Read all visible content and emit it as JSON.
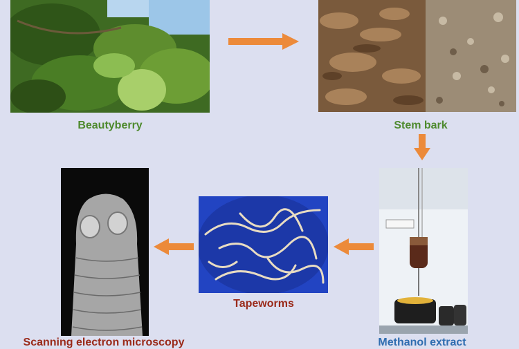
{
  "steps": [
    {
      "label": "Beautyberry",
      "color": "#4e8a2e"
    },
    {
      "label": "Stem bark",
      "color": "#4e8a2e"
    },
    {
      "label": "Methanol extract",
      "color": "#2f6db0"
    },
    {
      "label": "Tapeworms",
      "color": "#9a2a1a"
    },
    {
      "label": "Scanning electron microscopy",
      "color": "#9a2a1a"
    }
  ],
  "arrow_color": "#ec8a3a",
  "images": [
    {
      "name": "beautyberry-photo",
      "subject": "leafy beautyberry plant"
    },
    {
      "name": "stem-bark-photo",
      "subject": "dried stem bark pieces and powder"
    },
    {
      "name": "methanol-extract-photo",
      "subject": "laboratory extraction apparatus"
    },
    {
      "name": "tapeworms-photo",
      "subject": "tapeworms in blue dish"
    },
    {
      "name": "sem-photo",
      "subject": "scanning electron micrograph of tapeworm scolex"
    }
  ]
}
